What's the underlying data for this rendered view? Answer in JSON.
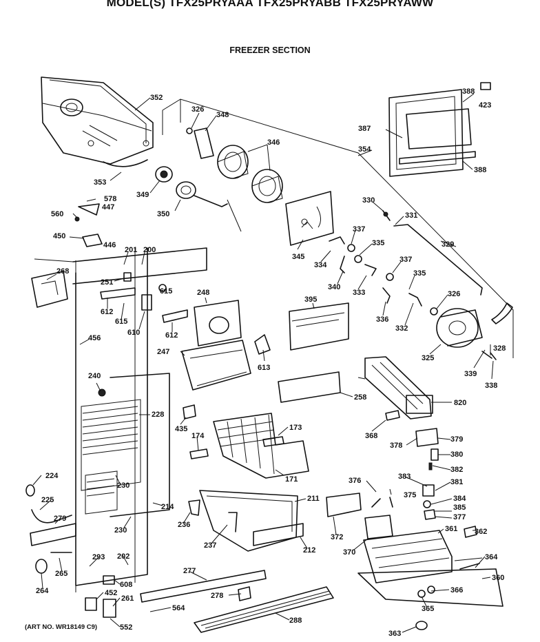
{
  "header": {
    "title": "MODEL(S) TFX25PRYAAA  TFX25PRYABB  TFX25PRYAWW",
    "section": "FREEZER SECTION",
    "art_no": "(ART NO. WR18149 C9)"
  },
  "callouts": [
    {
      "id": "352",
      "text": "352"
    },
    {
      "id": "326a",
      "text": "326"
    },
    {
      "id": "348",
      "text": "348"
    },
    {
      "id": "346",
      "text": "346"
    },
    {
      "id": "388a",
      "text": "388"
    },
    {
      "id": "423",
      "text": "423"
    },
    {
      "id": "387",
      "text": "387"
    },
    {
      "id": "354",
      "text": "354"
    },
    {
      "id": "388b",
      "text": "388"
    },
    {
      "id": "353",
      "text": "353"
    },
    {
      "id": "349",
      "text": "349"
    },
    {
      "id": "350",
      "text": "350"
    },
    {
      "id": "578",
      "text": "578"
    },
    {
      "id": "447",
      "text": "447"
    },
    {
      "id": "560",
      "text": "560"
    },
    {
      "id": "330",
      "text": "330"
    },
    {
      "id": "331",
      "text": "331"
    },
    {
      "id": "450",
      "text": "450"
    },
    {
      "id": "446",
      "text": "446"
    },
    {
      "id": "201",
      "text": "201"
    },
    {
      "id": "200",
      "text": "200"
    },
    {
      "id": "337a",
      "text": "337"
    },
    {
      "id": "335a",
      "text": "335"
    },
    {
      "id": "329",
      "text": "329"
    },
    {
      "id": "345",
      "text": "345"
    },
    {
      "id": "334",
      "text": "334"
    },
    {
      "id": "337b",
      "text": "337"
    },
    {
      "id": "268",
      "text": "268"
    },
    {
      "id": "340",
      "text": "340"
    },
    {
      "id": "333",
      "text": "333"
    },
    {
      "id": "335b",
      "text": "335"
    },
    {
      "id": "251",
      "text": "251"
    },
    {
      "id": "615a",
      "text": "615"
    },
    {
      "id": "248",
      "text": "248"
    },
    {
      "id": "395",
      "text": "395"
    },
    {
      "id": "326b",
      "text": "326"
    },
    {
      "id": "612a",
      "text": "612"
    },
    {
      "id": "615b",
      "text": "615"
    },
    {
      "id": "336",
      "text": "336"
    },
    {
      "id": "332",
      "text": "332"
    },
    {
      "id": "610",
      "text": "610"
    },
    {
      "id": "612b",
      "text": "612"
    },
    {
      "id": "328",
      "text": "328"
    },
    {
      "id": "456",
      "text": "456"
    },
    {
      "id": "325",
      "text": "325"
    },
    {
      "id": "247",
      "text": "247"
    },
    {
      "id": "613",
      "text": "613"
    },
    {
      "id": "339",
      "text": "339"
    },
    {
      "id": "338",
      "text": "338"
    },
    {
      "id": "240",
      "text": "240"
    },
    {
      "id": "258",
      "text": "258"
    },
    {
      "id": "820",
      "text": "820"
    },
    {
      "id": "228",
      "text": "228"
    },
    {
      "id": "435",
      "text": "435"
    },
    {
      "id": "173",
      "text": "173"
    },
    {
      "id": "368",
      "text": "368"
    },
    {
      "id": "174",
      "text": "174"
    },
    {
      "id": "378",
      "text": "378"
    },
    {
      "id": "379",
      "text": "379"
    },
    {
      "id": "380",
      "text": "380"
    },
    {
      "id": "171",
      "text": "171"
    },
    {
      "id": "382",
      "text": "382"
    },
    {
      "id": "224",
      "text": "224"
    },
    {
      "id": "376",
      "text": "376"
    },
    {
      "id": "383",
      "text": "383"
    },
    {
      "id": "381",
      "text": "381"
    },
    {
      "id": "230a",
      "text": "230"
    },
    {
      "id": "375",
      "text": "375"
    },
    {
      "id": "225",
      "text": "225"
    },
    {
      "id": "211",
      "text": "211"
    },
    {
      "id": "384",
      "text": "384"
    },
    {
      "id": "214",
      "text": "214"
    },
    {
      "id": "385",
      "text": "385"
    },
    {
      "id": "279",
      "text": "279"
    },
    {
      "id": "236",
      "text": "236"
    },
    {
      "id": "377",
      "text": "377"
    },
    {
      "id": "230b",
      "text": "230"
    },
    {
      "id": "361",
      "text": "361"
    },
    {
      "id": "372",
      "text": "372"
    },
    {
      "id": "362",
      "text": "362"
    },
    {
      "id": "237",
      "text": "237"
    },
    {
      "id": "212",
      "text": "212"
    },
    {
      "id": "370",
      "text": "370"
    },
    {
      "id": "293",
      "text": "293"
    },
    {
      "id": "202",
      "text": "202"
    },
    {
      "id": "364",
      "text": "364"
    },
    {
      "id": "265",
      "text": "265"
    },
    {
      "id": "277",
      "text": "277"
    },
    {
      "id": "360",
      "text": "360"
    },
    {
      "id": "608",
      "text": "608"
    },
    {
      "id": "264",
      "text": "264"
    },
    {
      "id": "452",
      "text": "452"
    },
    {
      "id": "366",
      "text": "366"
    },
    {
      "id": "278",
      "text": "278"
    },
    {
      "id": "261",
      "text": "261"
    },
    {
      "id": "365",
      "text": "365"
    },
    {
      "id": "564",
      "text": "564"
    },
    {
      "id": "552",
      "text": "552"
    },
    {
      "id": "288",
      "text": "288"
    },
    {
      "id": "363",
      "text": "363"
    }
  ]
}
